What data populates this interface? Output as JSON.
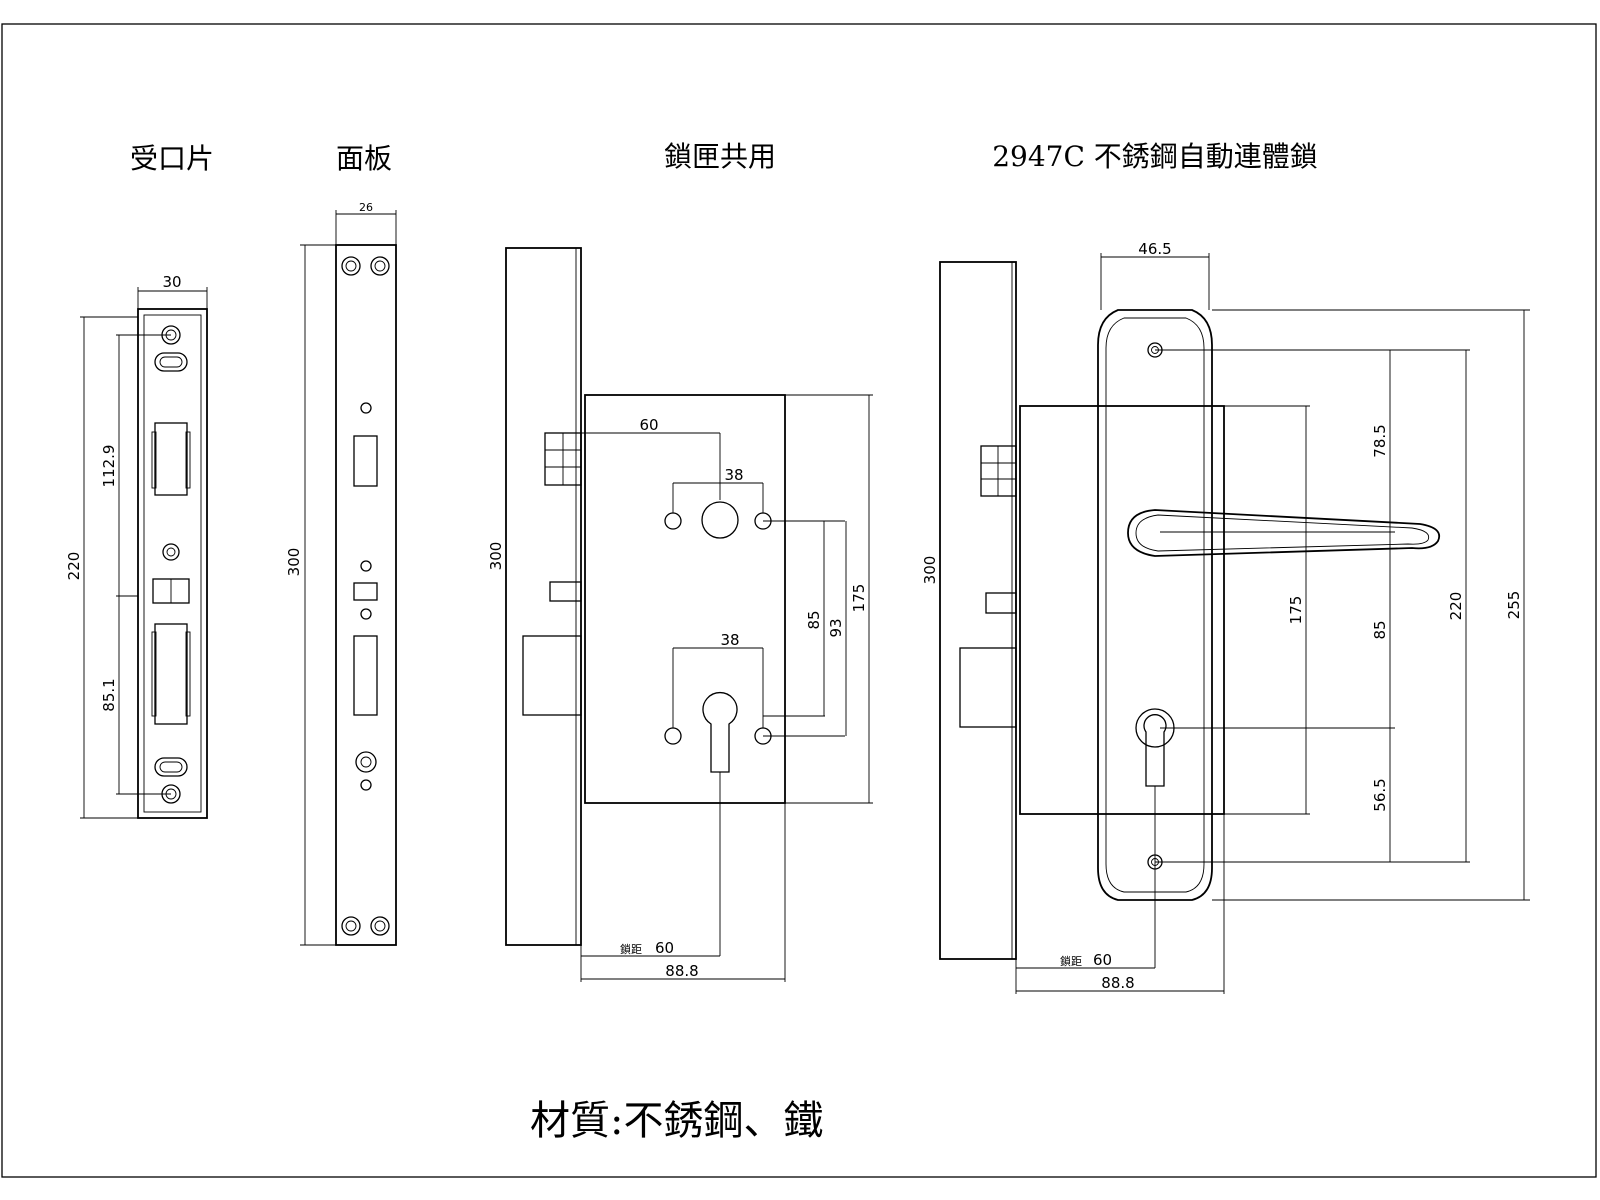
{
  "titles": {
    "strike_plate": "受口片",
    "faceplate": "面板",
    "lock_case": "鎖匣共用",
    "lock_set": "2947C 不銹鋼自動連體鎖"
  },
  "material": "材質:不銹鋼、鐵",
  "strike_plate_dims": {
    "width": "30",
    "height": "220",
    "upper": "112.9",
    "lower": "85.1"
  },
  "faceplate_dims": {
    "width": "26",
    "height": "300"
  },
  "lock_case_dims": {
    "height": "300",
    "handle_offset": "60",
    "top_spacing": "38",
    "bottom_spacing": "38",
    "d85": "85",
    "d93": "93",
    "d175": "175",
    "backset_label": "鎖距",
    "backset": "60",
    "depth": "88.8"
  },
  "lock_set_dims": {
    "height": "300",
    "plate_width": "46.5",
    "d175": "175",
    "d78_5": "78.5",
    "d85": "85",
    "d56_5": "56.5",
    "d220": "220",
    "d255": "255",
    "backset_label": "鎖距",
    "backset": "60",
    "depth": "88.8"
  }
}
